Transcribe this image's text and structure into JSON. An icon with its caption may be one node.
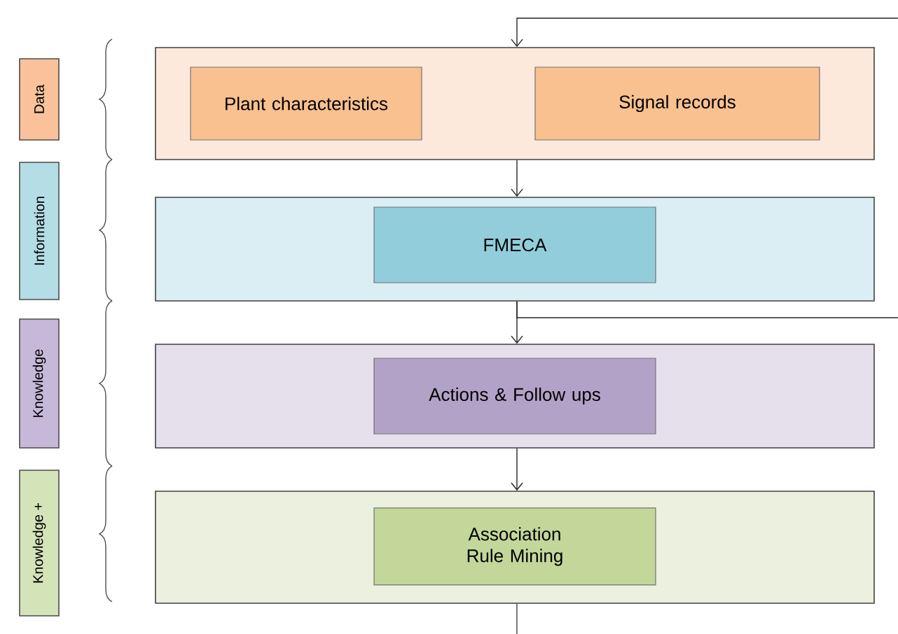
{
  "diagram": {
    "nodes": [
      {
        "text": [
          "Data"
        ]
      },
      {
        "text": [
          "Information"
        ]
      },
      {
        "text": [
          "Knowledge"
        ]
      },
      {
        "text": [
          "Knowledge +"
        ]
      },
      {
        "text": [],
        "shape": "box"
      },
      {
        "text": [
          "Plant characteristics"
        ],
        "in": 4
      },
      {
        "text": [
          "Signal records"
        ],
        "in": 4
      },
      {
        "text": [],
        "shape": "box"
      },
      {
        "text": [
          "FMECA"
        ],
        "in": 7
      },
      {
        "text": [],
        "shape": "box"
      },
      {
        "text": [
          "Actions & Follow ups"
        ],
        "in": 9
      },
      {
        "text": [],
        "shape": "box"
      },
      {
        "text": [
          "Association Rule Mining"
        ],
        "in": 11
      }
    ],
    "edges": [
      {
        "from": null,
        "to": 4,
        "arrow": "to"
      },
      {
        "from": 4,
        "to": 7,
        "arrow": "to"
      },
      {
        "from": 7,
        "to": 9,
        "arrow": "to"
      },
      {
        "from": 7,
        "to": null,
        "arrow": "none"
      },
      {
        "from": 9,
        "to": 11,
        "arrow": "to"
      },
      {
        "from": 11,
        "to": null,
        "arrow": "none"
      }
    ]
  }
}
